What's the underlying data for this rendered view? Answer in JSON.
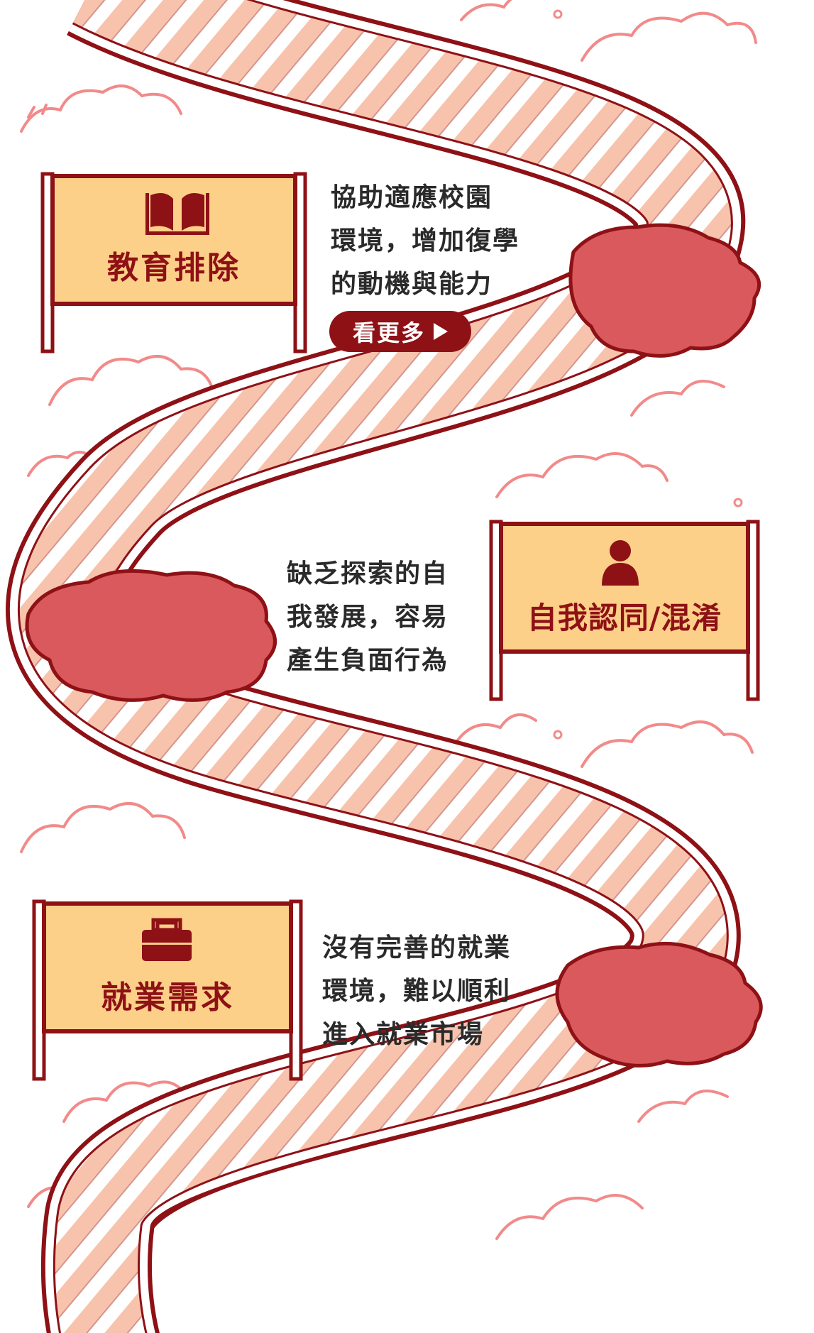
{
  "signs": {
    "education": {
      "title": "教育排除",
      "icon": "book-icon"
    },
    "identity": {
      "title": "自我認同/混淆",
      "icon": "person-icon"
    },
    "employment": {
      "title": "就業需求",
      "icon": "briefcase-icon"
    }
  },
  "descriptions": {
    "education": [
      "協助適應校園",
      "環境，增加復學",
      "的動機與能力"
    ],
    "identity": [
      "缺乏探索的自",
      "我發展，容易",
      "產生負面行為"
    ],
    "employment": [
      "沒有完善的就業",
      "環境，難以順利",
      "進入就業市場"
    ]
  },
  "more_button": {
    "label": "看更多",
    "icon": "play-icon"
  },
  "colors": {
    "brand_red": "#8e1116",
    "sign_fill": "#fdd089",
    "stripe": "#f7c3ac",
    "rock": "#d9595d",
    "cloud": "#f28a8a"
  }
}
